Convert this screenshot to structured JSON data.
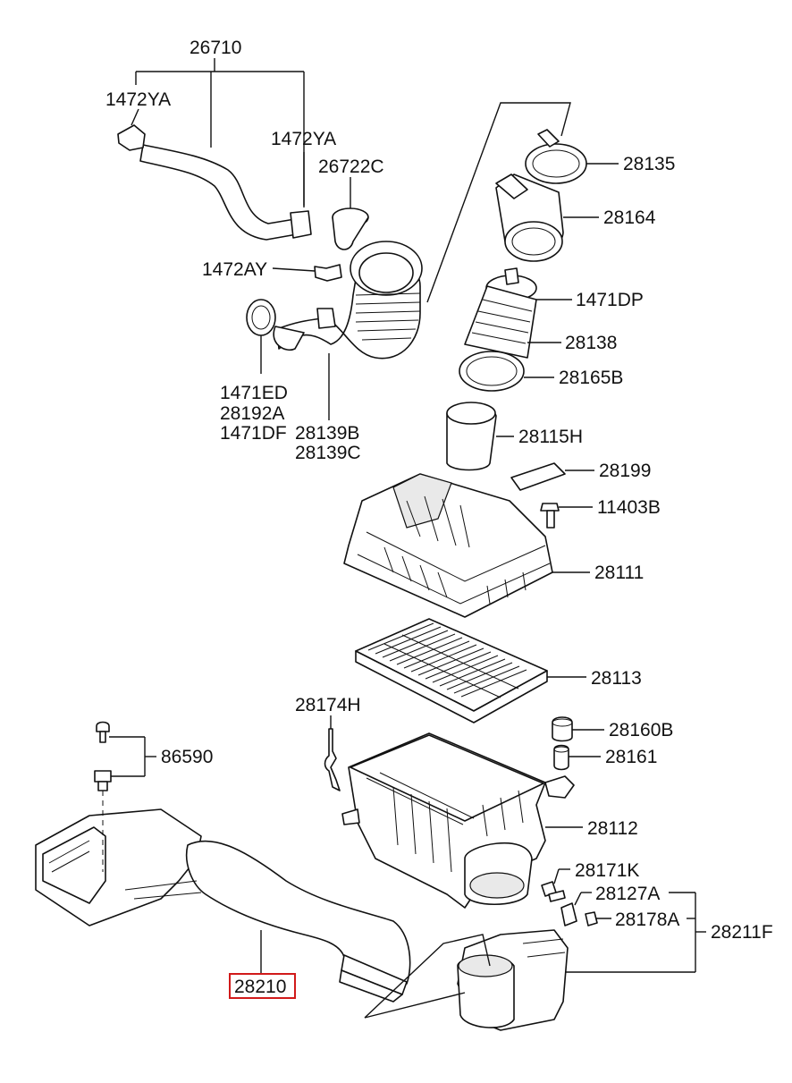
{
  "labels": {
    "l26710": "26710",
    "l1472YA_a": "1472YA",
    "l1472YA_b": "1472YA",
    "l26722C": "26722C",
    "l1472AY": "1472AY",
    "l1471ED": "1471ED",
    "l28192A": "28192A",
    "l1471DF": "1471DF",
    "l28139B": "28139B",
    "l28139C": "28139C",
    "l28135": "28135",
    "l28164": "28164",
    "l1471DP": "1471DP",
    "l28138": "28138",
    "l28165B": "28165B",
    "l28115H": "28115H",
    "l28199": "28199",
    "l11403B": "11403B",
    "l28111": "28111",
    "l28113": "28113",
    "l28174H": "28174H",
    "l28160B": "28160B",
    "l28161": "28161",
    "l86590": "86590",
    "l28112": "28112",
    "l28171K": "28171K",
    "l28127A": "28127A",
    "l28178A": "28178A",
    "l28211F": "28211F",
    "l28210": "28210"
  },
  "highlighted_part": "28210",
  "colors": {
    "highlight": "#d11a1a",
    "line": "#111111"
  }
}
